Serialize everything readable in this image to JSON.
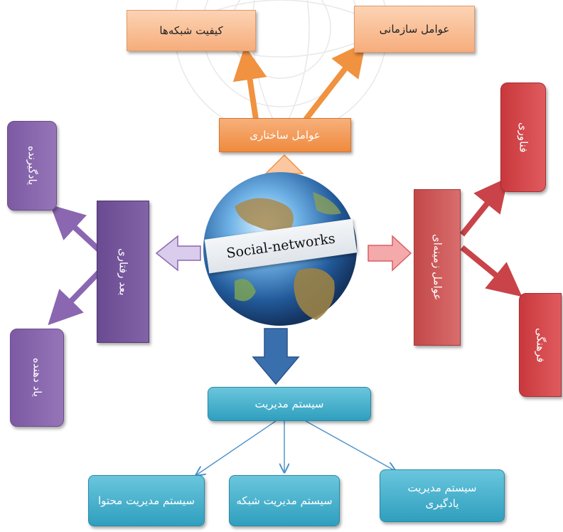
{
  "center": {
    "label": "Social-networks"
  },
  "top": {
    "structural": "عوامل ساختاری",
    "network_quality": "کیفیت شبکه‌ها",
    "organizational": "عوامل سازمانی"
  },
  "right": {
    "foundational": "عوامل زمینه‌ای",
    "technology": "فناوری",
    "cultural": "فرهنگی"
  },
  "left": {
    "behavioral": "بعد رفتاری",
    "learner": "یادگیرنده",
    "teacher": "یاد دهنده"
  },
  "bottom": {
    "management_system": "سیستم مدیریت",
    "content_system": "سیستم مدیریت محتوا",
    "network_system": "سیستم مدیریت شبکه",
    "learning_system_line1": "سیستم مدیریت",
    "learning_system_line2": "یادگیری"
  },
  "colors": {
    "orange": "#f08a3e",
    "red": "#c8383c",
    "purple": "#7d5aa3",
    "teal": "#2f9fbe",
    "blue_arrow": "#3a6fae"
  }
}
